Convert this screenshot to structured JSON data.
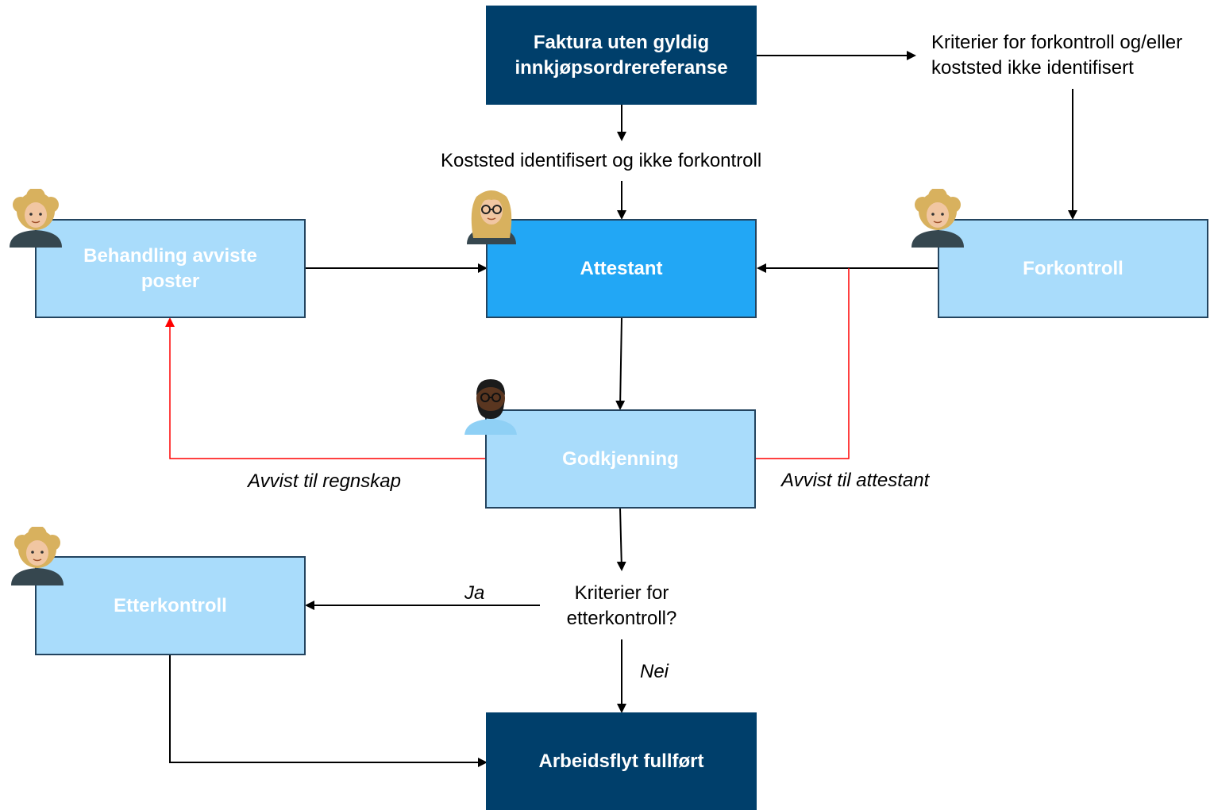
{
  "nodes": {
    "start": "Faktura uten gyldig innkjøpsordrereferanse",
    "attestant": "Attestant",
    "behandling": "Behandling avviste poster",
    "forkontroll": "Forkontroll",
    "godkjenning": "Godkjenning",
    "etterkontroll": "Etterkontroll",
    "end": "Arbeidsflyt fullført"
  },
  "labels": {
    "criteria_forkontroll": "Kriterier for forkontroll og/eller koststed ikke identifisert",
    "koststed": "Koststed identifisert og ikke forkontroll",
    "avvist_regnskap": "Avvist til regnskap",
    "avvist_attestant": "Avvist til attestant",
    "kriterier_etterkontroll": "Kriterier for etterkontroll?",
    "ja": "Ja",
    "nei": "Nei"
  },
  "colors": {
    "dark_box": "#003f6b",
    "light_box": "#a9dcfb",
    "attestant_box": "#22a7f5",
    "reject_line": "#ff0000",
    "line": "#000000"
  }
}
